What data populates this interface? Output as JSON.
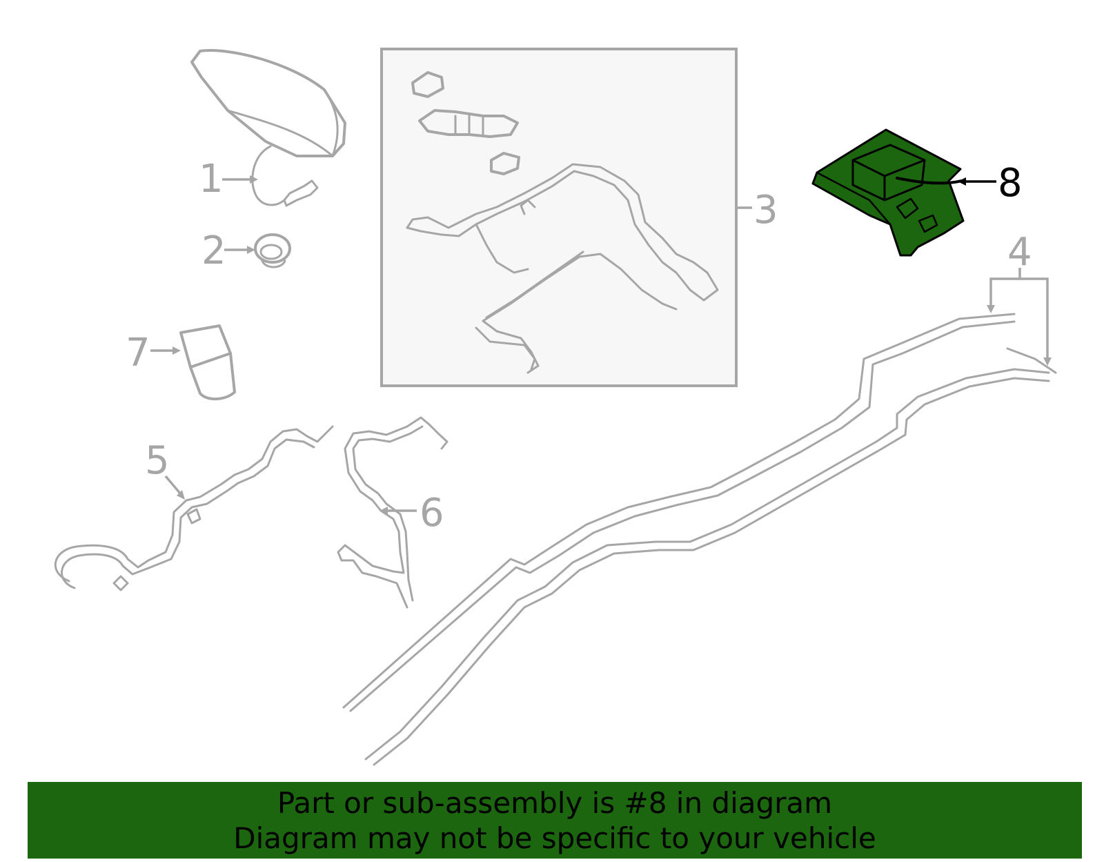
{
  "colors": {
    "highlight_fill": "#1b660f",
    "part_stroke": "#a6a6a6",
    "active_stroke": "#000000",
    "banner_bg": "#1b660f",
    "box_fill": "#f7f7f7"
  },
  "callouts": {
    "c1": "1",
    "c2": "2",
    "c3": "3",
    "c4": "4",
    "c5": "5",
    "c6": "6",
    "c7": "7",
    "c8": "8"
  },
  "highlighted_part": "8",
  "banner": {
    "line1": "Part or sub-assembly is #8 in diagram",
    "line2": "Diagram may not be specific to your vehicle"
  }
}
